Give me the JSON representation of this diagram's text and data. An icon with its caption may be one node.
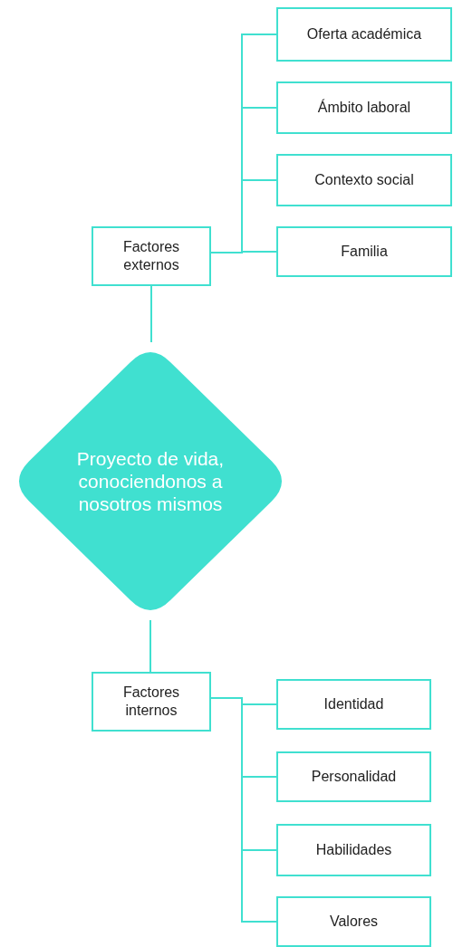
{
  "diagram": {
    "nodes": [
      {
        "text": [
          "Factores externos"
        ]
      },
      {
        "text": [
          "Oferta académica"
        ]
      },
      {
        "text": [
          "Ámbito laboral"
        ]
      },
      {
        "text": [
          "Contexto social"
        ]
      },
      {
        "text": [
          "Familia"
        ]
      },
      {
        "text": [
          "Proyecto de vida, conociendonos a nosotros mismos"
        ]
      },
      {
        "text": [
          "Factores internos"
        ]
      },
      {
        "text": [
          "Identidad"
        ]
      },
      {
        "text": [
          "Personalidad"
        ]
      },
      {
        "text": [
          "Habilidades"
        ]
      },
      {
        "text": [
          "Valores"
        ]
      }
    ],
    "edges": [
      {
        "from": 0,
        "to": 1,
        "arrow": "none"
      },
      {
        "from": 0,
        "to": 2,
        "arrow": "none"
      },
      {
        "from": 0,
        "to": 3,
        "arrow": "none"
      },
      {
        "from": 0,
        "to": 4,
        "arrow": "none"
      },
      {
        "from": 0,
        "to": 5,
        "arrow": "none"
      },
      {
        "from": 5,
        "to": 6,
        "arrow": "none"
      },
      {
        "from": 6,
        "to": 7,
        "arrow": "none"
      },
      {
        "from": 6,
        "to": 8,
        "arrow": "none"
      },
      {
        "from": 6,
        "to": 9,
        "arrow": "none"
      },
      {
        "from": 6,
        "to": 10,
        "arrow": "none"
      }
    ]
  }
}
